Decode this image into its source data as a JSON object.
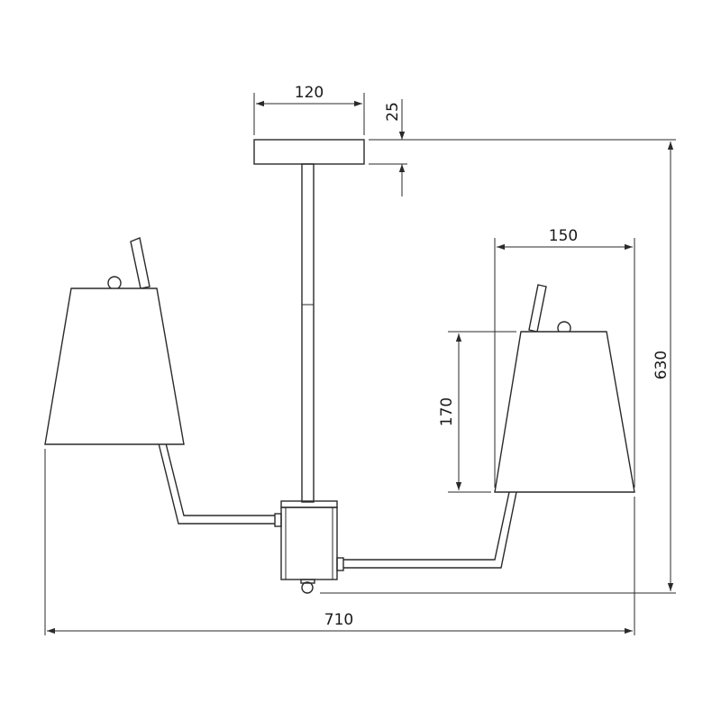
{
  "dimensions": {
    "canopy_width": "120",
    "canopy_height": "25",
    "shade_width": "150",
    "shade_height": "170",
    "total_height": "630",
    "total_width": "710"
  },
  "colors": {
    "line": "#2a2a2a",
    "background": "#ffffff"
  }
}
